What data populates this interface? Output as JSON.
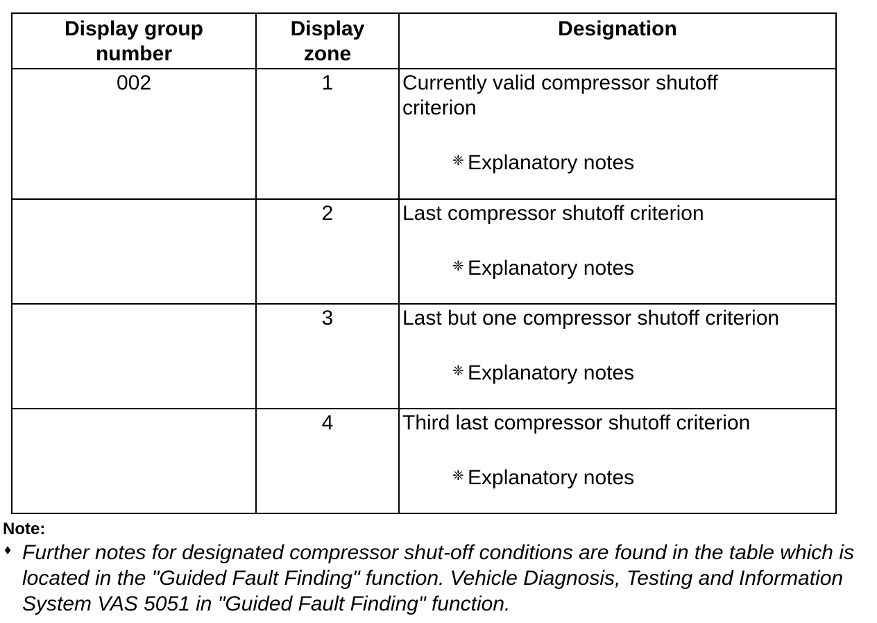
{
  "table": {
    "headers": {
      "group_line1": "Display group",
      "group_line2": "number",
      "zone_line1": "Display",
      "zone_line2": "zone",
      "designation": "Designation"
    },
    "rows": [
      {
        "group": "002",
        "zone": "1",
        "designation_line1": "Currently valid compressor shutoff",
        "designation_line2": "criterion",
        "note": "Explanatory notes"
      },
      {
        "group": "",
        "zone": "2",
        "designation": "Last compressor shutoff criterion",
        "note": "Explanatory notes"
      },
      {
        "group": "",
        "zone": "3",
        "designation": "Last but one compressor shutoff criterion",
        "note": "Explanatory notes"
      },
      {
        "group": "",
        "zone": "4",
        "designation": "Third last compressor shutoff criterion",
        "note": "Explanatory notes"
      }
    ]
  },
  "icons": {
    "row_bullet": "❈",
    "note_bullet": "♦"
  },
  "footer_note": {
    "title": "Note:",
    "text": "Further notes for designated compressor shut-off conditions are found in the table which is located in the \"Guided Fault Finding\" function. Vehicle Diagnosis, Testing and Information System VAS 5051 in \"Guided Fault Finding\" function."
  }
}
